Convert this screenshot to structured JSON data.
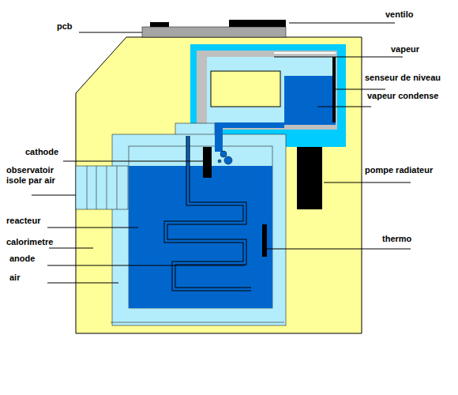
{
  "diagram": {
    "labels": [
      "pcb",
      "ventilo",
      "vapeur",
      "senseur de niveau",
      "vapeur condense",
      "cathode",
      "pompe radiateur",
      "observatoir isole par air",
      "reacteur",
      "calorimetre",
      "thermo",
      "anode",
      "air"
    ]
  }
}
